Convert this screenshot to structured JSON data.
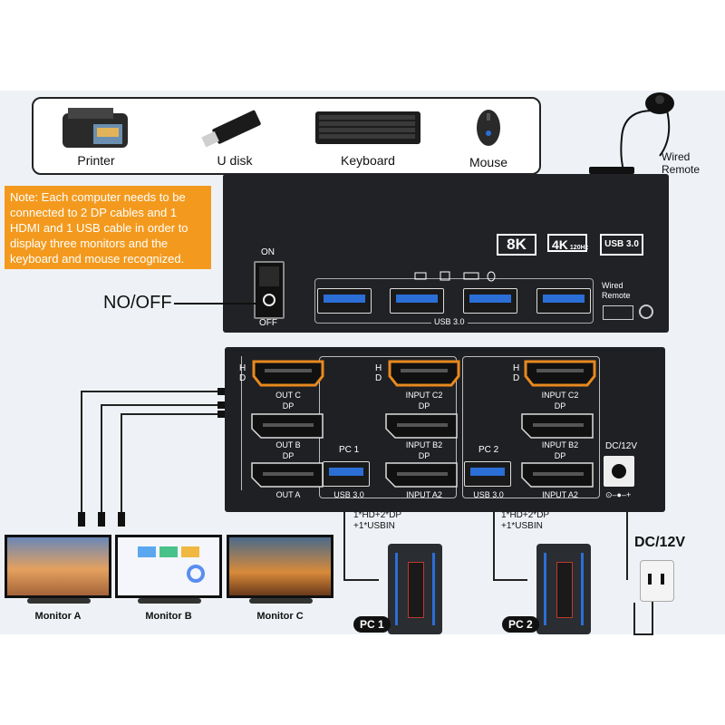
{
  "peripherals": {
    "items": [
      {
        "label": "Printer",
        "icon": "printer-icon"
      },
      {
        "label": "U disk",
        "icon": "usb-drive-icon"
      },
      {
        "label": "Keyboard",
        "icon": "keyboard-icon"
      },
      {
        "label": "Mouse",
        "icon": "mouse-icon"
      }
    ]
  },
  "wired_remote_top": "Wired\nRemote",
  "note": "Note: Each computer needs to be connected to 2 DP cables and 1 HDMI and 1 USB cable in order to display three monitors and the keyboard and mouse recognized.",
  "top_unit": {
    "badges": [
      "8K",
      "4K",
      "120Hz",
      "USB 3.0"
    ],
    "switch_on": "ON",
    "switch_off": "OFF",
    "switch_callout": "NO/OFF",
    "usb_label": "USB 3.0",
    "wired_remote": "Wired\nRemote"
  },
  "bottom_unit": {
    "hd_letters": "H\nD",
    "out_c": "OUT C",
    "out_b": "OUT B",
    "out_a": "OUT A",
    "dp": "DP",
    "pc1": "PC 1",
    "pc2": "PC 2",
    "usb30": "USB 3.0",
    "input_c2": "INPUT C2",
    "input_b2": "INPUT B2",
    "input_a2": "INPUT A2",
    "dc": "DC/12V",
    "polarity": "⊙–●–+"
  },
  "cable_note": "1*HD+2*DP\n+1*USBIN",
  "monitors": [
    "Monitor A",
    "Monitor B",
    "Monitor C"
  ],
  "pcs": [
    "PC 1",
    "PC 2"
  ],
  "power_label": "DC/12V",
  "colors": {
    "accent_orange": "#f39a1e",
    "port_orange": "#e8891e",
    "usb_blue": "#2b6fd6",
    "device_black": "#202225"
  }
}
